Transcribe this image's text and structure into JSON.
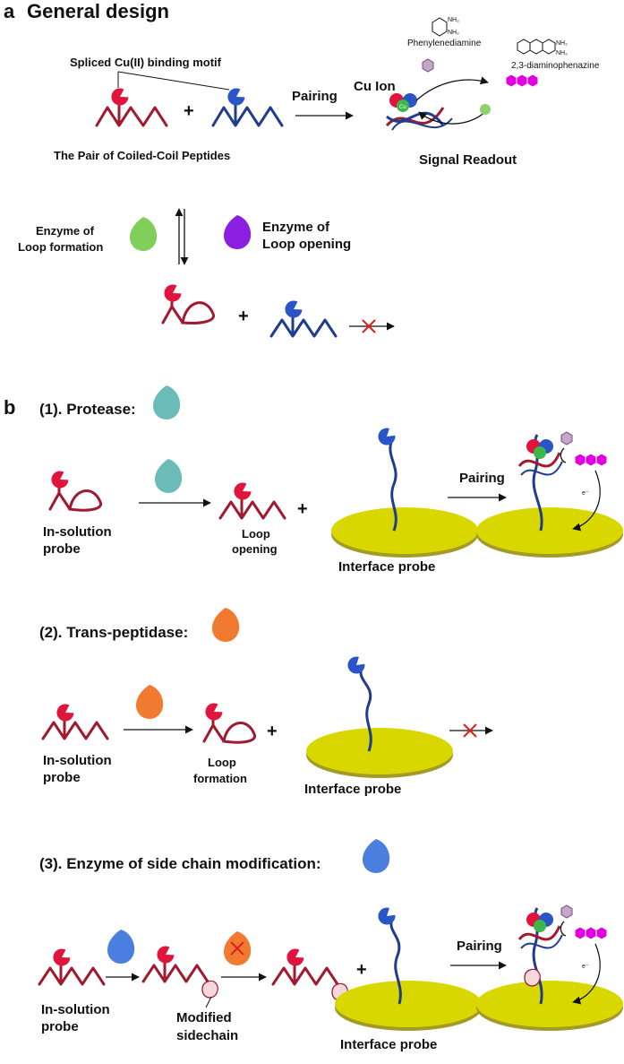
{
  "panel_a": {
    "letter": "a",
    "title": "General design",
    "motif_label": "Spliced Cu(II) binding motif",
    "pair_label": "The Pair of Coiled-Coil Peptides",
    "plus": "+",
    "pairing_label": "Pairing",
    "cu_ion_label": "Cu Ion",
    "reagent_label": "Phenylenediamine",
    "product_label": "2,3-diaminophenazine",
    "signal_label": "Signal Readout",
    "loop_formation_label_1": "Enzyme of",
    "loop_formation_label_2": "Loop formation",
    "loop_opening_label_1": "Enzyme of",
    "loop_opening_label_2": "Loop opening",
    "plus_2": "+"
  },
  "panel_b": {
    "letter": "b",
    "protease": {
      "title": "(1). Protease:",
      "probe_label_1": "In-solution",
      "probe_label_2": "probe",
      "result_label_1": "Loop",
      "result_label_2": "opening",
      "plus": "+",
      "interface_label": "Interface probe",
      "pairing_label": "Pairing",
      "electron_label": "e⁻"
    },
    "transpeptidase": {
      "title": "(2). Trans-peptidase:",
      "probe_label_1": "In-solution",
      "probe_label_2": "probe",
      "result_label_1": "Loop",
      "result_label_2": "formation",
      "plus": "+",
      "interface_label": "Interface probe"
    },
    "sidechain": {
      "title": "(3). Enzyme of side chain modification:",
      "probe_label_1": "In-solution",
      "probe_label_2": "probe",
      "modified_label_1": "Modified",
      "modified_label_2": "sidechain",
      "plus": "+",
      "interface_label": "Interface probe",
      "pairing_label": "Pairing",
      "electron_label": "e⁻"
    }
  },
  "colors": {
    "red_peptide": "#a01a30",
    "blue_peptide": "#1f3c8f",
    "red_head": "#e0143c",
    "blue_head": "#2a55c8",
    "electrode": "#d4d400",
    "enzyme_loop_formation": "#7fcf5a",
    "enzyme_loop_opening": "#8a1fe0",
    "enzyme_protease": "#6bbcb8",
    "enzyme_transpeptidase": "#f07a30",
    "enzyme_sidechain": "#4a7fe0",
    "phenazine": "#e000e0",
    "cross": "#e02020"
  },
  "icons": {
    "enzyme": "droplet-icon",
    "cross": "x-mark-icon",
    "substrate": "hexagon-icon",
    "product": "phenazine-icon"
  }
}
